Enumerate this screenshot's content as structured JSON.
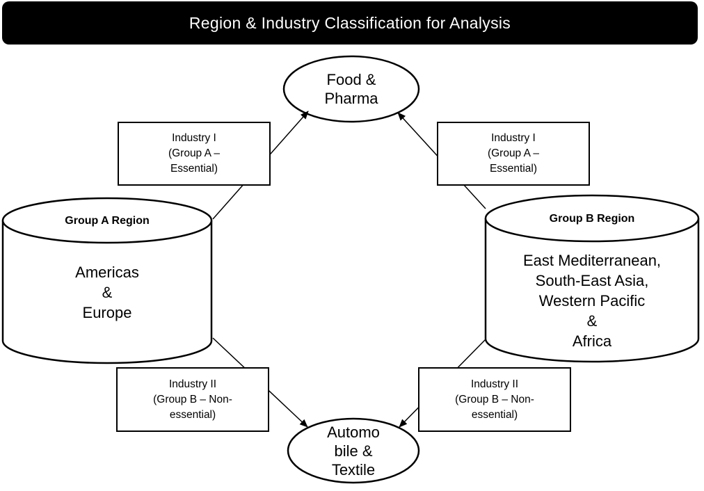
{
  "title": "Region & Industry Classification for Analysis",
  "nodes": {
    "food_pharma": [
      "Food &",
      "Pharma"
    ],
    "auto_textile": [
      "Automo",
      "bile &",
      "Textile"
    ],
    "group_a": {
      "title": "Group A Region",
      "body": [
        "Americas",
        "&",
        "Europe"
      ]
    },
    "group_b": {
      "title": "Group B Region",
      "body": [
        "East Mediterranean,",
        "South-East Asia,",
        "Western Pacific",
        "&",
        "Africa"
      ]
    }
  },
  "labels": {
    "industry_1": [
      "Industry I",
      "(Group A –",
      "Essential)"
    ],
    "industry_2": [
      "Industry II",
      "(Group B – Non-",
      "essential)"
    ]
  }
}
